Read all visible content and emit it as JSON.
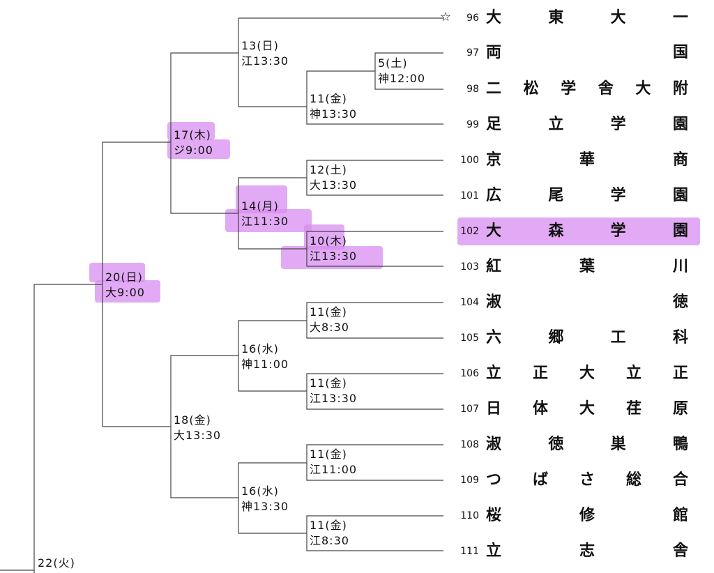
{
  "seed_mark": "☆",
  "teams": [
    {
      "num": "96",
      "name": "大東大一",
      "chars": [
        "大",
        "東",
        "大",
        "一"
      ]
    },
    {
      "num": "97",
      "name": "両国",
      "chars": [
        "両",
        "国"
      ]
    },
    {
      "num": "98",
      "name": "二松学舎大附",
      "chars": [
        "二",
        "松",
        "学",
        "舎",
        "大",
        "附"
      ]
    },
    {
      "num": "99",
      "name": "足立学園",
      "chars": [
        "足",
        "立",
        "学",
        "園"
      ]
    },
    {
      "num": "100",
      "name": "京華商",
      "chars": [
        "京",
        "華",
        "商"
      ]
    },
    {
      "num": "101",
      "name": "広尾学園",
      "chars": [
        "広",
        "尾",
        "学",
        "園"
      ]
    },
    {
      "num": "102",
      "name": "大森学園",
      "chars": [
        "大",
        "森",
        "学",
        "園"
      ],
      "highlight": true
    },
    {
      "num": "103",
      "name": "紅葉川",
      "chars": [
        "紅",
        "葉",
        "川"
      ]
    },
    {
      "num": "104",
      "name": "淑徳",
      "chars": [
        "淑",
        "徳"
      ]
    },
    {
      "num": "105",
      "name": "六郷工科",
      "chars": [
        "六",
        "郷",
        "工",
        "科"
      ]
    },
    {
      "num": "106",
      "name": "立正大立正",
      "chars": [
        "立",
        "正",
        "大",
        "立",
        "正"
      ]
    },
    {
      "num": "107",
      "name": "日体大荏原",
      "chars": [
        "日",
        "体",
        "大",
        "荏",
        "原"
      ]
    },
    {
      "num": "108",
      "name": "淑徳巣鴨",
      "chars": [
        "淑",
        "徳",
        "巣",
        "鴨"
      ]
    },
    {
      "num": "109",
      "name": "つばさ総合",
      "chars": [
        "つ",
        "ば",
        "さ",
        "総",
        "合"
      ]
    },
    {
      "num": "110",
      "name": "桜修館",
      "chars": [
        "桜",
        "修",
        "館"
      ]
    },
    {
      "num": "111",
      "name": "立志舎",
      "chars": [
        "立",
        "志",
        "舎"
      ]
    }
  ],
  "games": [
    {
      "id": "r1-97-98",
      "date": "5(土)",
      "venue_time": "神12:00"
    },
    {
      "id": "r2-96-98",
      "date": "11(金)",
      "venue_time": "神13:30"
    },
    {
      "id": "r2-100-101",
      "date": "12(土)",
      "venue_time": "大13:30"
    },
    {
      "id": "r2-102-103",
      "date": "10(木)",
      "venue_time": "江13:30",
      "highlight": true
    },
    {
      "id": "r2-104-105",
      "date": "11(金)",
      "venue_time": "大8:30"
    },
    {
      "id": "r2-106-107",
      "date": "11(金)",
      "venue_time": "江13:30"
    },
    {
      "id": "r2-108-109",
      "date": "11(金)",
      "venue_time": "江11:00"
    },
    {
      "id": "r2-110-111",
      "date": "11(金)",
      "venue_time": "江8:30"
    },
    {
      "id": "r3-96",
      "date": "13(日)",
      "venue_time": "江13:30"
    },
    {
      "id": "r3-100",
      "date": "14(月)",
      "venue_time": "江11:30",
      "highlight": true
    },
    {
      "id": "r3-104",
      "date": "16(水)",
      "venue_time": "神11:00"
    },
    {
      "id": "r3-108",
      "date": "16(水)",
      "venue_time": "神13:30"
    },
    {
      "id": "r4-upper",
      "date": "17(木)",
      "venue_time": "ジ9:00",
      "highlight": true
    },
    {
      "id": "r4-lower",
      "date": "18(金)",
      "venue_time": "大13:30"
    },
    {
      "id": "r5",
      "date": "20(日)",
      "venue_time": "大9:00",
      "highlight": true
    },
    {
      "id": "r6",
      "date": "22(火)",
      "venue_time": ""
    }
  ],
  "colors": {
    "highlight": "#d88ef0",
    "line": "#444444"
  }
}
